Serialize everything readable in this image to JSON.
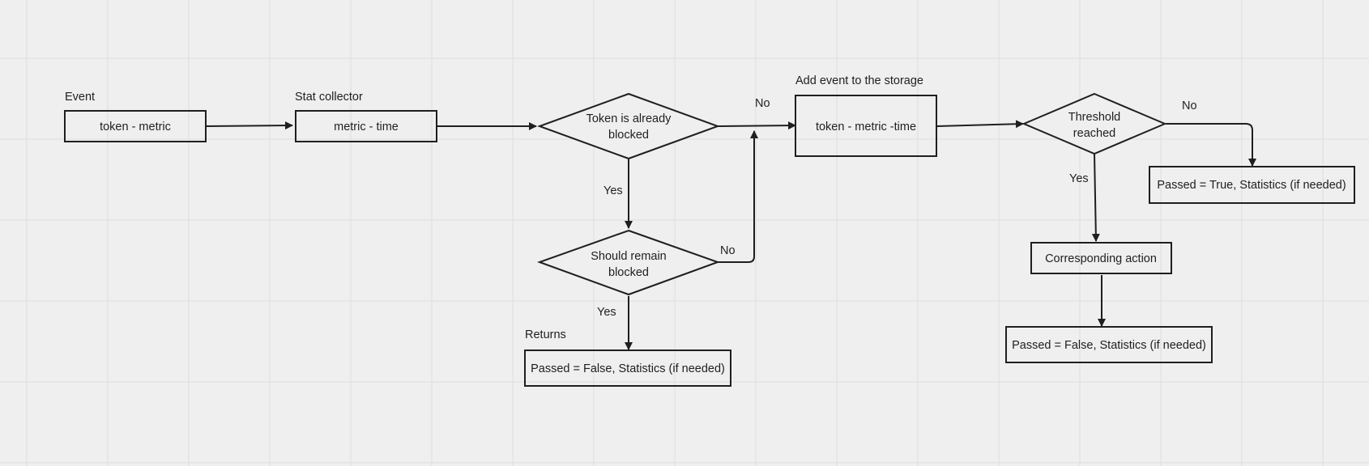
{
  "captions": {
    "event": "Event",
    "stat_collector": "Stat collector",
    "add_event": "Add event to the storage",
    "returns": "Returns"
  },
  "nodes": {
    "token_metric": "token - metric",
    "metric_time": "metric - time",
    "token_blocked": [
      "Token is already",
      "blocked"
    ],
    "should_remain": [
      "Should remain",
      "blocked"
    ],
    "returns_false": "Passed = False, Statistics (if needed)",
    "token_metric_time": "token - metric -time",
    "threshold": [
      "Threshold",
      "reached"
    ],
    "passed_true": "Passed = True, Statistics (if needed)",
    "corresponding_action": "Corresponding action",
    "passed_false_2": "Passed = False, Statistics (if needed)"
  },
  "edge_labels": {
    "blocked_no": "No",
    "blocked_yes": "Yes",
    "remain_no": "No",
    "remain_yes": "Yes",
    "threshold_no": "No",
    "threshold_yes": "Yes"
  }
}
